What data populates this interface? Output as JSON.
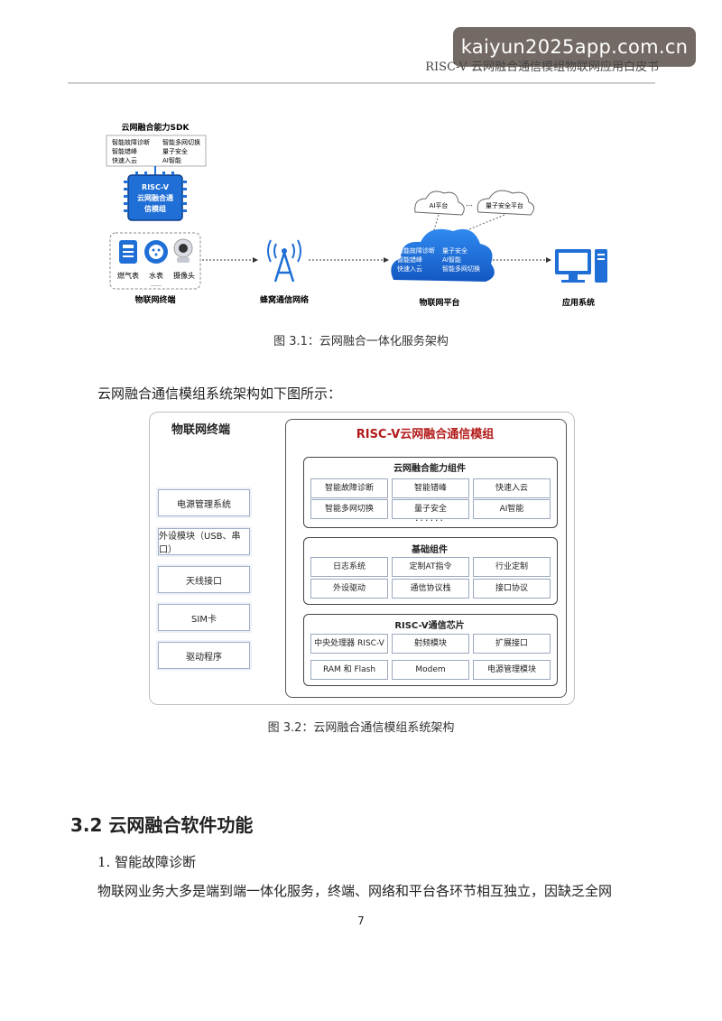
{
  "watermark": "kaiyun2025app.com.cn",
  "running_head": "RISC-V 云网融合通信模组物联网应用白皮书",
  "figure1": {
    "sdk_title": "云网融合能力SDK",
    "sdk_items": [
      "智能故障诊断",
      "智能多网切换",
      "智能错峰",
      "量子安全",
      "快速入云",
      "AI智能"
    ],
    "chip_lines": [
      "RISC-V",
      "云网融合通",
      "信模组"
    ],
    "devices": [
      "燃气表",
      "水表",
      "摄像头"
    ],
    "device_dots": "……",
    "labels": {
      "terminal": "物联网终端",
      "cellular": "蜂窝通信网络",
      "platform": "物联网平台",
      "app": "应用系统"
    },
    "cloud_items": [
      "智能故障诊断",
      "量子安全",
      "智能错峰",
      "AI智能",
      "快速入云",
      "智能多网切换"
    ],
    "small_clouds": [
      "AI平台",
      "量子安全平台"
    ],
    "cloud_dots": "…",
    "caption": "图 3.1：云网融合一体化服务架构"
  },
  "intro": "云网融合通信模组系统架构如下图所示：",
  "figure2": {
    "left_title": "物联网终端",
    "left_items": [
      "电源管理系统",
      "外设模块（USB、串口）",
      "天线接口",
      "SIM卡",
      "驱动程序"
    ],
    "module_title": "RISC-V云网融合通信模组",
    "groups": [
      {
        "title": "云网融合能力组件",
        "cells": [
          "智能故障诊断",
          "智能错峰",
          "快速入云",
          "智能多网切换",
          "量子安全",
          "AI智能"
        ],
        "dots": "······"
      },
      {
        "title": "基础组件",
        "cells": [
          "日志系统",
          "定制AT指令",
          "行业定制",
          "外设驱动",
          "通信协议栈",
          "接口协议"
        ]
      },
      {
        "title": "RISC-V通信芯片",
        "cells": [
          "中央处理器 RISC-V",
          "射频模块",
          "扩展接口",
          "RAM 和 Flash",
          "Modem",
          "电源管理模块"
        ]
      }
    ],
    "caption": "图 3.2：云网融合通信模组系统架构"
  },
  "section_title": "3.2 云网融合软件功能",
  "subsection": "1. 智能故障诊断",
  "paragraph": "物联网业务大多是端到端一体化服务，终端、网络和平台各环节相互独立，因缺乏全网",
  "page_number": "7",
  "colors": {
    "accent_blue": "#1f6fd6",
    "title_red": "#b31b1b"
  }
}
